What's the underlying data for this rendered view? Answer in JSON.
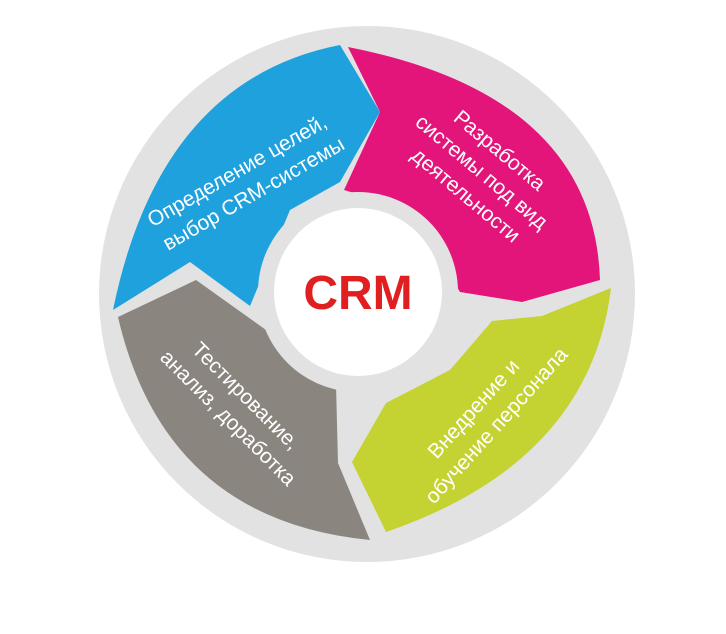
{
  "center_label": "CRM",
  "colors": {
    "ring": "#e2e2e2",
    "hub": "#ffffff",
    "center_text": "#e02020",
    "segment_text": "#ffffff"
  },
  "segments": [
    {
      "id": "goals",
      "color": "#1ea1dd",
      "lines": [
        "Определение целей,",
        "выбор CRM-системы"
      ]
    },
    {
      "id": "development",
      "color": "#e4157a",
      "lines": [
        "Разработка",
        "системы под вид",
        "деятельности"
      ]
    },
    {
      "id": "implementation",
      "color": "#c4d232",
      "lines": [
        "Внедрение и",
        "обучение персонала"
      ]
    },
    {
      "id": "testing",
      "color": "#8a857f",
      "lines": [
        "Тестирование,",
        "анализ, доработка"
      ]
    }
  ]
}
